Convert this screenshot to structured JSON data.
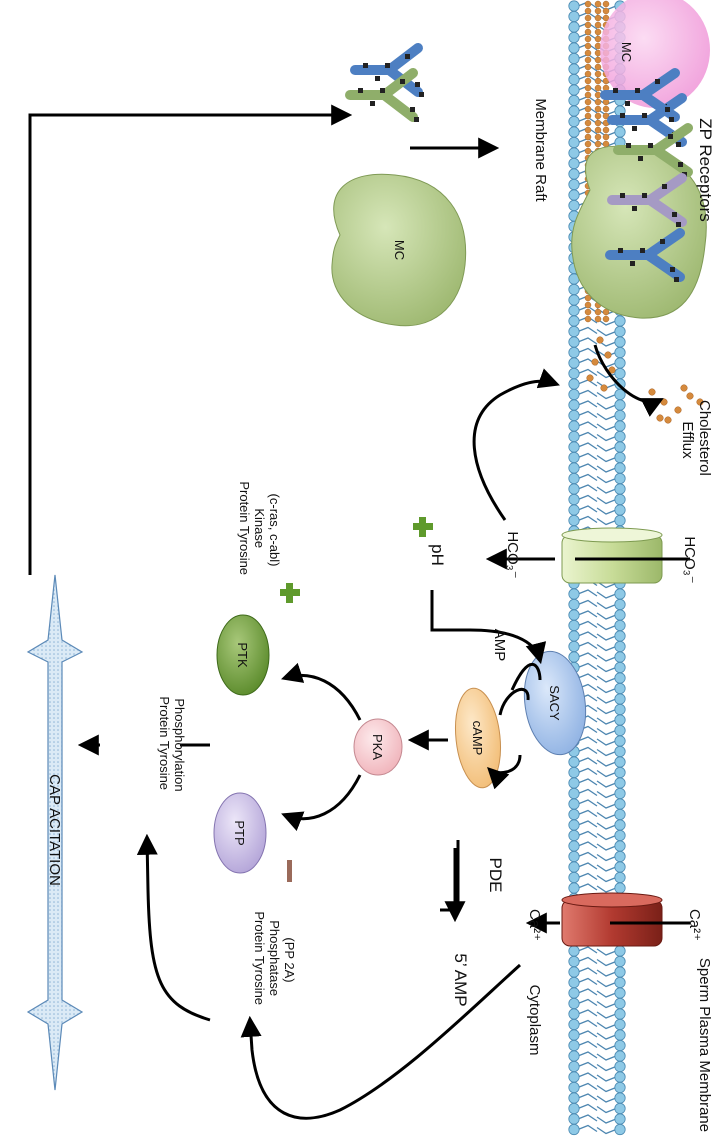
{
  "labels": {
    "zp_receptors": "ZP Receptors",
    "membrane_raft": "Membrane Raft",
    "mc": "MC",
    "cholesterol_efflux": "Cholesterol Efflux",
    "bicarbonate_out": "HCO₃⁻",
    "bicarbonate_in": "HCO₃⁻",
    "ph": "pH",
    "amp": "AMP",
    "sacy": "SACY",
    "camp": "cAMP",
    "pde": "PDE",
    "five_amp": "5’ AMP",
    "calcium_out": "Ca²⁺",
    "calcium_in": "Ca²⁺",
    "sperm_plasma_membrane": "Sperm Plasma Membrane",
    "cytoplasm": "Cytoplasm",
    "pka": "PKA",
    "ptk": "PTK",
    "ptp": "PTP",
    "ptk_full": "Protein Tyrosine Kinase (c-ras, c-abl)",
    "ptp_full": "Protein Tyrosine Phosphatase (PP 2A)",
    "phosphorylation": "Protein Tyrosine Phosphorylation",
    "capacitation": "CAP ACITATION",
    "plus": "+",
    "minus": "−"
  },
  "colors": {
    "membrane_head": "#8ec9e6",
    "membrane_tail": "#4d86b0",
    "cholesterol": "#d58a3d",
    "mc_green": "#a8c07a",
    "mc_pink": "#f2a0dc",
    "receptor_blue": "#4d7fc2",
    "receptor_green": "#8fae6a",
    "receptor_purple": "#a59ac4",
    "channel_green": "#c9dd9a",
    "channel_red": "#b23a30",
    "sacy_blue": "#9fbfe9",
    "camp_orange": "#f6c98a",
    "pka_pink": "#f6c6cc",
    "ptk_green": "#6f9a3a",
    "ptp_purple": "#c0b3e0",
    "star_fill": "#cfe3f4",
    "plus_green": "#5f9a2c",
    "minus_brown": "#9a6a5a"
  }
}
